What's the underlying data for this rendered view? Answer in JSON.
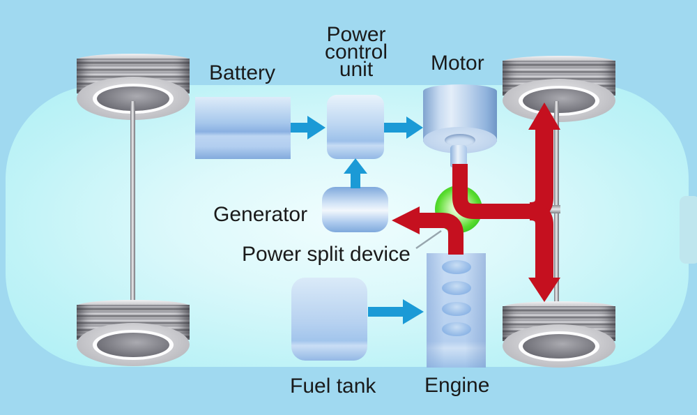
{
  "diagram": {
    "type": "hybrid-powertrain-diagram",
    "labels": {
      "battery": "Battery",
      "power_control_unit_lines": [
        "Power",
        "control",
        "unit"
      ],
      "motor": "Motor",
      "generator": "Generator",
      "power_split_device": "Power split device",
      "fuel_tank": "Fuel tank",
      "engine": "Engine"
    },
    "flows": [
      {
        "from": "battery",
        "to": "power_control_unit",
        "style": "blue-arrow"
      },
      {
        "from": "power_control_unit",
        "to": "motor",
        "style": "blue-arrow"
      },
      {
        "from": "generator",
        "to": "power_control_unit",
        "style": "blue-arrow"
      },
      {
        "from": "fuel_tank",
        "to": "engine",
        "style": "blue-arrow"
      },
      {
        "from": "motor",
        "to": "rear-axle-wheels",
        "via": "power_split_device",
        "style": "red-arrow"
      },
      {
        "from": "engine",
        "to": "generator",
        "via": "power_split_device",
        "style": "red-arrow"
      }
    ],
    "colors": {
      "background": "#A0D9F0",
      "car_body": "#C9F4F8",
      "electric_flow_arrow": "#1B9AD6",
      "mechanical_flow_arrow": "#C5101F",
      "power_split_device_fill": "#35CC21",
      "component_fill_blue": "#A9C9EE",
      "wheel_gray": "#9A9AA0",
      "axle_gray": "#8E9094",
      "text": "#1A1A1A"
    }
  }
}
